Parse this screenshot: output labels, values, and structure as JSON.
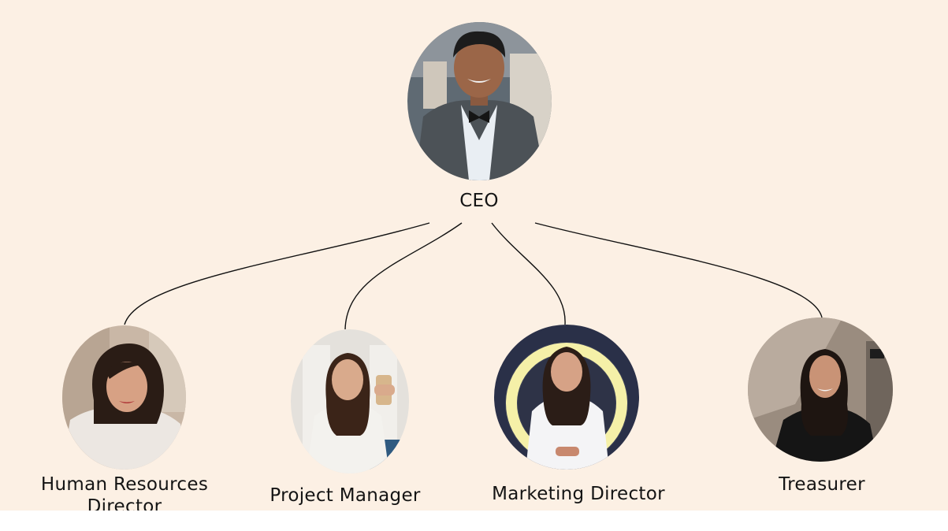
{
  "ceo": {
    "role": "CEO",
    "icon": "ceo-photo-icon"
  },
  "reports": [
    {
      "role": "Human Resources Director",
      "icon": "hr-director-photo-icon"
    },
    {
      "role": "Project Manager",
      "icon": "project-manager-photo-icon"
    },
    {
      "role": "Marketing Director",
      "icon": "marketing-director-photo-icon"
    },
    {
      "role": "Treasurer",
      "icon": "treasurer-photo-icon"
    }
  ],
  "colors": {
    "background": "#fcf0e4",
    "text": "#141414",
    "connector": "#111111",
    "halo": "#f5f0a8",
    "halo_dark": "#2a3048"
  }
}
